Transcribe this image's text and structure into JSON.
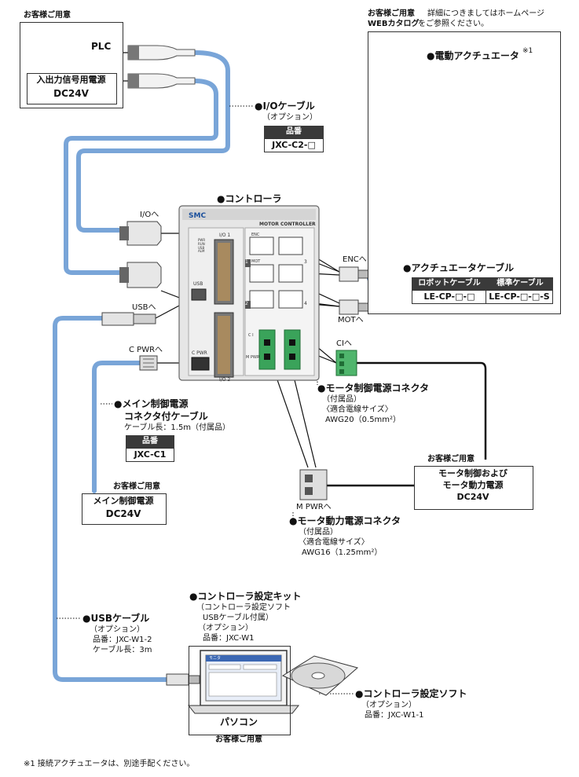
{
  "colors": {
    "cable": "#79a5d8",
    "cable_dark": "#5c89c2",
    "connector_green": "#3aa35a",
    "label_dark": "#3a3a3a"
  },
  "customer_top": "お客様ご用意",
  "plc": "PLC",
  "io_power_line1": "入出力信号用電源",
  "io_power_line2": "DC24V",
  "website_label": "お客様ご用意",
  "website_note1": "詳細につきましてはホームページ",
  "website_note2a": "WEBカタログ",
  "website_note2b": "をご参照ください。",
  "actuator_title": "●電動アクチュエータ",
  "actuator_note": "※1",
  "io_cable": {
    "title": "●I/Oケーブル",
    "option": "（オプション）",
    "pn_head": "品番",
    "pn": "JXC-C2-□"
  },
  "controller_title": "●コントローラ",
  "io_to": "I/Oへ",
  "usb_to": "USBへ",
  "cpwr_to": "C PWRへ",
  "enc_to": "ENCへ",
  "mot_to": "MOTへ",
  "ci_to": "CIへ",
  "mpwr_to": "M PWRへ",
  "device": {
    "logo": "SMC",
    "name": "MOTOR CONTROLLER",
    "io1": "I/O 1",
    "io2": "I/O 2",
    "usb": "USB",
    "cpwr": "C PWR",
    "enc": "ENC",
    "mot": "MOT",
    "ch1": "1",
    "ch2": "2",
    "ch3": "3",
    "ch4": "4",
    "ci": "C I",
    "mpwr": "M PWR",
    "status": "PWR\nRUN\nUSB\nALM"
  },
  "actuator_cable": {
    "title": "●アクチュエータケーブル",
    "col1": "ロボットケーブル",
    "col2": "標準ケーブル",
    "pn1": "LE-CP-□-□",
    "pn2": "LE-CP-□-□-S"
  },
  "motor_ctrl_conn": {
    "title": "●モータ制御電源コネクタ",
    "l1": "（付属品）",
    "l2": "〈適合電線サイズ〉",
    "l3": "AWG20（0.5mm²）"
  },
  "main_cable": {
    "title1": "●メイン制御電源",
    "title2": "コネクタ付ケーブル",
    "length": "ケーブル長：1.5m（付属品）",
    "pn_head": "品番",
    "pn": "JXC-C1"
  },
  "motor_power_box": {
    "label": "お客様ご用意",
    "l1": "モータ制御および",
    "l2": "モータ動力電源",
    "l3": "DC24V"
  },
  "main_power_box": {
    "label": "お客様ご用意",
    "l1": "メイン制御電源",
    "l2": "DC24V"
  },
  "motor_pwr_conn": {
    "title": "●モータ動力電源コネクタ",
    "l1": "（付属品）",
    "l2": "〈適合電線サイズ〉",
    "l3": "AWG16（1.25mm²）"
  },
  "setup_kit": {
    "title": "●コントローラ設定キット",
    "l1": "（コントローラ設定ソフト",
    "l2": "USBケーブル付属）",
    "l3": "（オプション）",
    "l4": "品番：JXC-W1"
  },
  "usb_cable": {
    "title": "●USBケーブル",
    "l1": "（オプション）",
    "l2": "品番：JXC-W1-2",
    "l3": "ケーブル長：3m"
  },
  "pc": {
    "label": "パソコン",
    "customer": "お客様ご用意",
    "screen_title": "モニタ"
  },
  "software": {
    "title": "●コントローラ設定ソフト",
    "l1": "（オプション）",
    "l2": "品番：JXC-W1-1"
  },
  "footnote": "※1 接続アクチュエータは、別途手配ください。"
}
